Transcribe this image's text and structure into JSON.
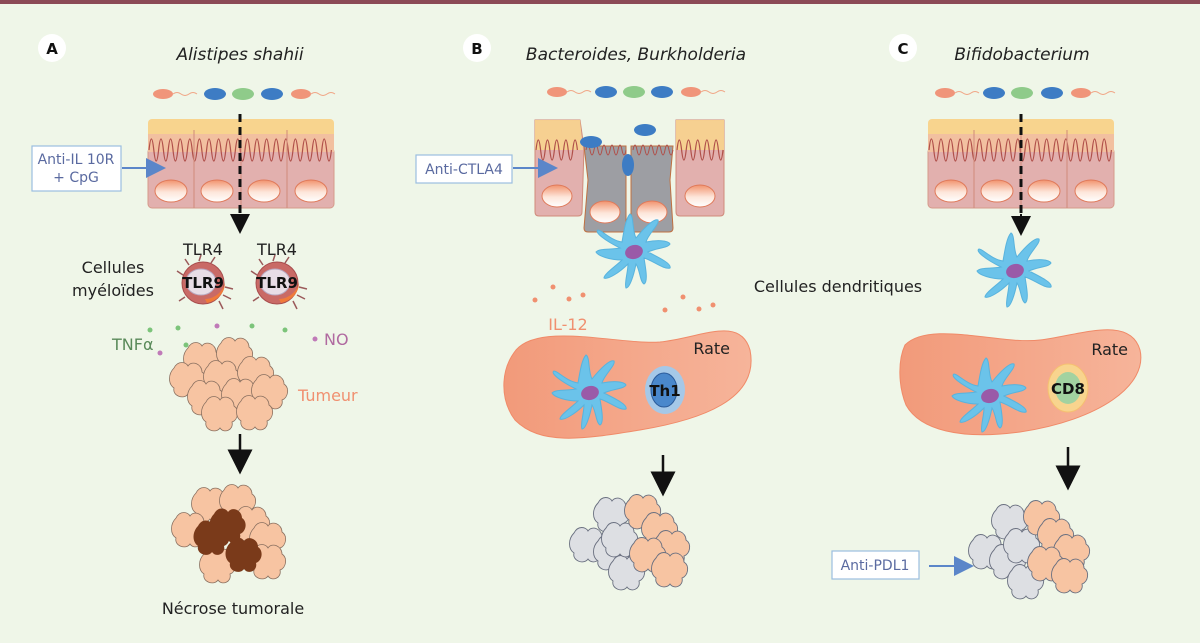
{
  "figure": {
    "panels": [
      {
        "letter": "A",
        "species": "Alistipes shahii",
        "treatment": [
          "Anti-IL 10R",
          "+ CpG"
        ],
        "receptor_top": [
          "TLR4",
          "TLR4"
        ],
        "receptor_inner": [
          "TLR9",
          "TLR9"
        ],
        "cell_label": [
          "Cellules",
          "myéloïdes"
        ],
        "cytokine_left": "TNFα",
        "cytokine_right": "NO",
        "tumor_label": "Tumeur",
        "outcome": "Nécrose tumorale"
      },
      {
        "letter": "B",
        "species": "Bacteroides, Burkholderia",
        "treatment": [
          "Anti-CTLA4"
        ],
        "cytokine": "IL-12",
        "organ_label": "Rate",
        "t_cell": "Th1"
      },
      {
        "letter": "C",
        "species": "Bifidobacterium",
        "organ_label": "Rate",
        "t_cell": "CD8",
        "treatment": [
          "Anti-PDL1"
        ]
      }
    ],
    "shared_label": "Cellules dendritiques",
    "colors": {
      "background": "#eff6e8",
      "top_border": "#8b4a56",
      "bacteria_orange": "#f0957a",
      "bacteria_blue": "#3d7cc4",
      "bacteria_green": "#8fcb8a",
      "epithelium": "#e2b0ae",
      "mucus": "#f8d48e",
      "dendritic_cell": "#6bc3ea",
      "spleen": "#f3a080",
      "tumor": "#f7c4a2",
      "necrosis": "#7a3a1a",
      "dead_tumor": "#dddfe3",
      "treatment_box_text": "#5a6aa0",
      "cytokine_tnf": "#5a8a5a",
      "cytokine_no": "#b06aa0",
      "il12": "#f09070",
      "tumeur_text": "#f09070"
    }
  }
}
